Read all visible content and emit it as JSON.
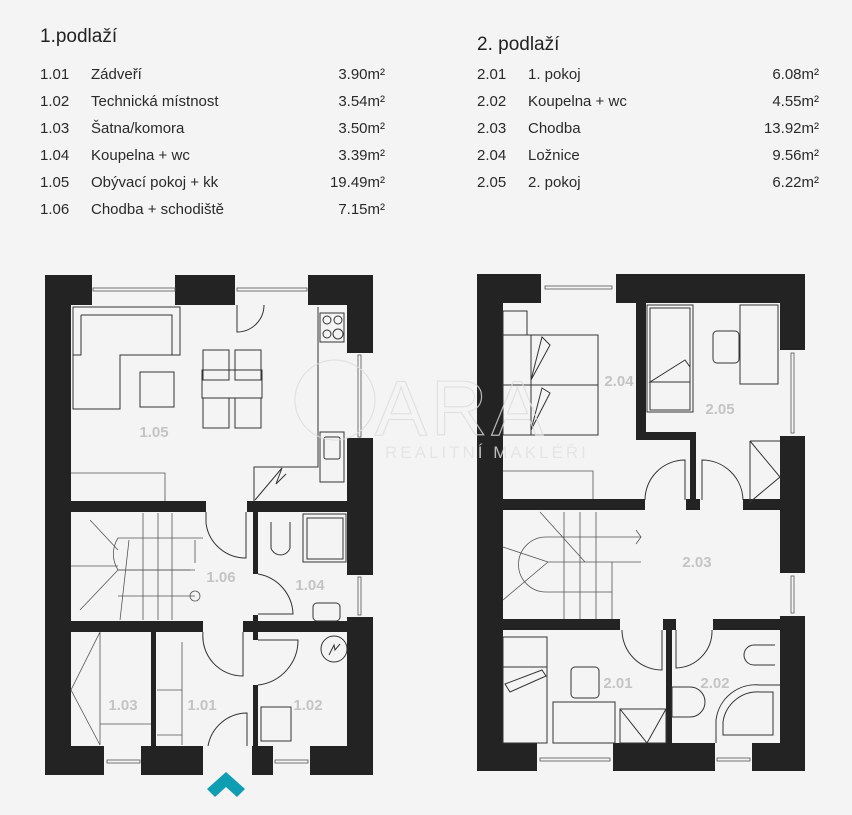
{
  "floors": [
    {
      "title": "1.podlaží",
      "rooms": [
        {
          "code": "1.01",
          "name": "Zádveří",
          "area": "3.90m²"
        },
        {
          "code": "1.02",
          "name": "Technická místnost",
          "area": "3.54m²"
        },
        {
          "code": "1.03",
          "name": "Šatna/komora",
          "area": "3.50m²"
        },
        {
          "code": "1.04",
          "name": "Koupelna + wc",
          "area": "3.39m²"
        },
        {
          "code": "1.05",
          "name": "Obývací pokoj + kk",
          "area": "19.49m²"
        },
        {
          "code": "1.06",
          "name": "Chodba + schodiště",
          "area": "7.15m²"
        }
      ]
    },
    {
      "title": "2. podlaží",
      "rooms": [
        {
          "code": "2.01",
          "name": "1. pokoj",
          "area": "6.08m²"
        },
        {
          "code": "2.02",
          "name": "Koupelna + wc",
          "area": "4.55m²"
        },
        {
          "code": "2.03",
          "name": "Chodba",
          "area": "13.92m²"
        },
        {
          "code": "2.04",
          "name": "Ložnice",
          "area": "9.56m²"
        },
        {
          "code": "2.05",
          "name": "2. pokoj",
          "area": "6.22m²"
        }
      ]
    }
  ],
  "watermark": {
    "brand": "CARA",
    "tagline": "REALITNÍ MAKLÉŘI"
  },
  "colors": {
    "wall": "#232323",
    "background": "#f4f4f4",
    "entrance_arrow": "#0e9db2",
    "room_label": "#c4c4c4"
  }
}
